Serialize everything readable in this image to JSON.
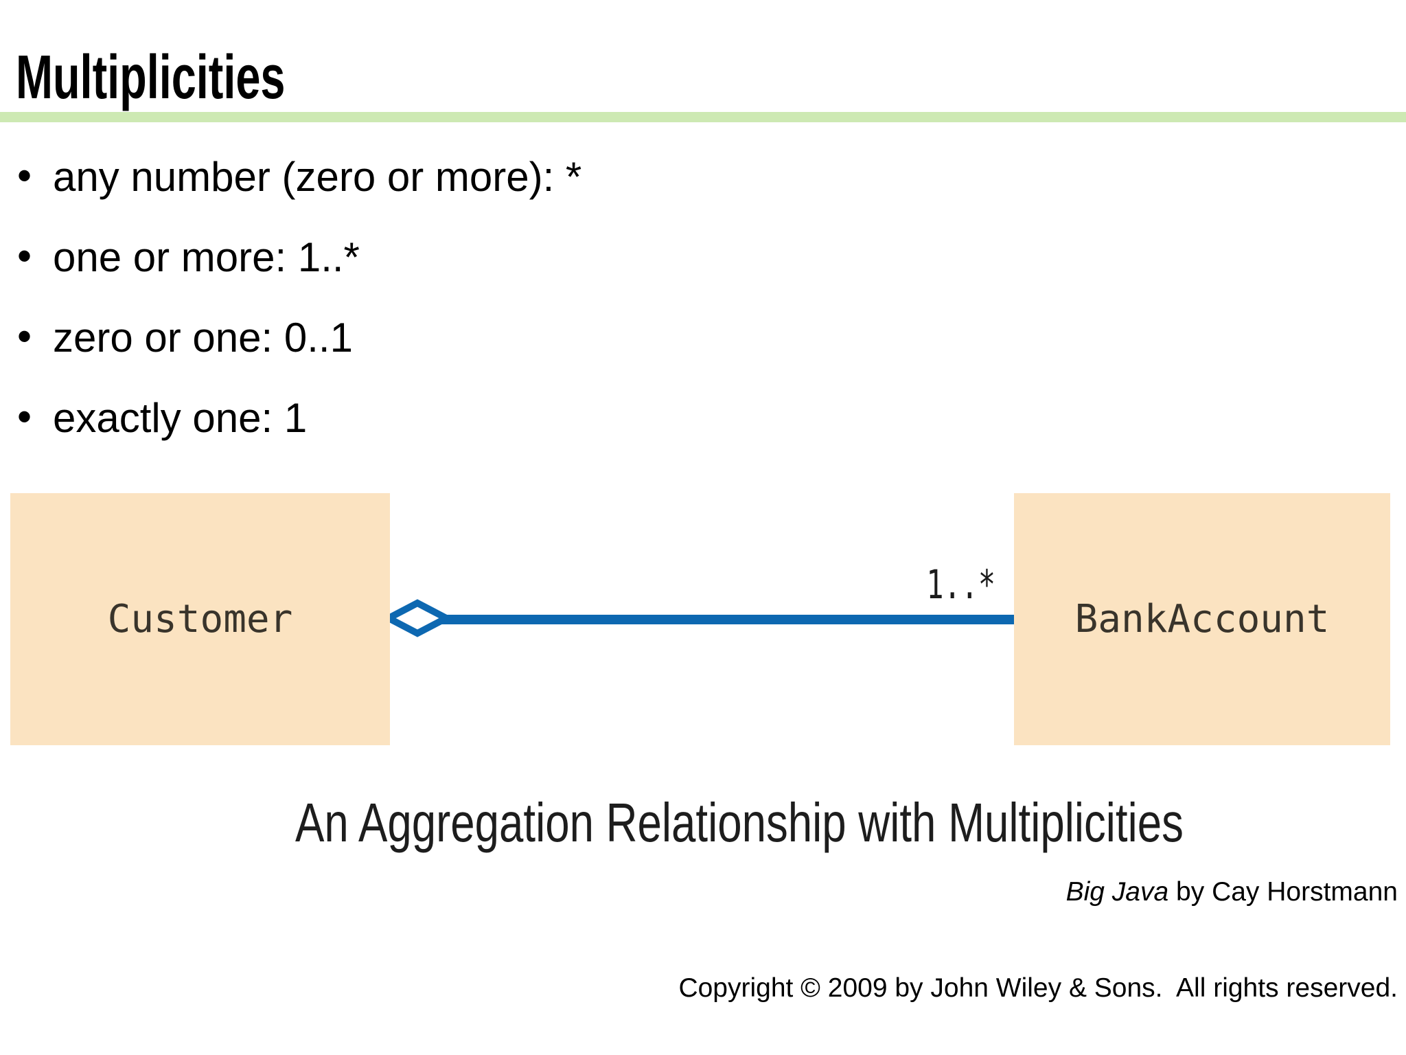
{
  "slide": {
    "title": "Multiplicities",
    "bullets": [
      "any number (zero or more): *",
      "one or more: 1..*",
      "zero or one: 0..1",
      "exactly one: 1"
    ],
    "accent_bar_color": "#cde9b3"
  },
  "diagram": {
    "left_class": "Customer",
    "right_class": "BankAccount",
    "multiplicity_label": "1..*",
    "caption": "An Aggregation Relationship with Multiplicities",
    "box_fill_color": "#fbe3c1",
    "line_color": "#0d68b1"
  },
  "footer": {
    "book_title": "Big Java",
    "byline": " by Cay Horstmann",
    "copyright": "Copyright © 2009 by John Wiley & Sons.  All rights reserved."
  }
}
